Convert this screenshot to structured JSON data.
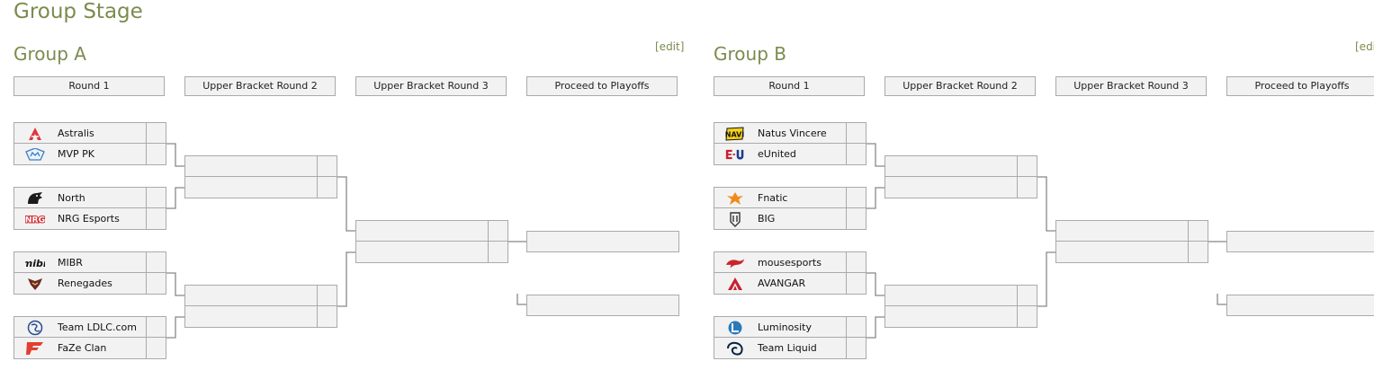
{
  "page": {
    "title": "Group Stage"
  },
  "groups": [
    {
      "title": "Group A",
      "edit_label": "[edit]",
      "rounds": [
        "Round 1",
        "Upper Bracket Round 2",
        "Upper Bracket Round 3",
        "Proceed to Playoffs"
      ],
      "round1": [
        {
          "team1": {
            "name": "Astralis",
            "logo": "astralis-logo"
          },
          "team2": {
            "name": "MVP PK",
            "logo": "mvp-pk-logo"
          }
        },
        {
          "team1": {
            "name": "North",
            "logo": "north-logo"
          },
          "team2": {
            "name": "NRG Esports",
            "logo": "nrg-logo"
          }
        },
        {
          "team1": {
            "name": "MIBR",
            "logo": "mibr-logo"
          },
          "team2": {
            "name": "Renegades",
            "logo": "renegades-logo"
          }
        },
        {
          "team1": {
            "name": "Team LDLC.com",
            "logo": "ldlc-logo"
          },
          "team2": {
            "name": "FaZe Clan",
            "logo": "faze-logo"
          }
        }
      ]
    },
    {
      "title": "Group B",
      "edit_label": "[edit]",
      "rounds": [
        "Round 1",
        "Upper Bracket Round 2",
        "Upper Bracket Round 3",
        "Proceed to Playoffs"
      ],
      "round1": [
        {
          "team1": {
            "name": "Natus Vincere",
            "logo": "navi-logo"
          },
          "team2": {
            "name": "eUnited",
            "logo": "eunited-logo"
          }
        },
        {
          "team1": {
            "name": "Fnatic",
            "logo": "fnatic-logo"
          },
          "team2": {
            "name": "BIG",
            "logo": "big-logo"
          }
        },
        {
          "team1": {
            "name": "mousesports",
            "logo": "mousesports-logo"
          },
          "team2": {
            "name": "AVANGAR",
            "logo": "avangar-logo"
          }
        },
        {
          "team1": {
            "name": "Luminosity",
            "logo": "luminosity-logo"
          },
          "team2": {
            "name": "Team Liquid",
            "logo": "liquid-logo"
          }
        }
      ]
    }
  ],
  "colors": {
    "heading": "#7b8b4e",
    "border": "#aaaaaa",
    "cell": "#f2f2f2",
    "connector": "#888888"
  }
}
